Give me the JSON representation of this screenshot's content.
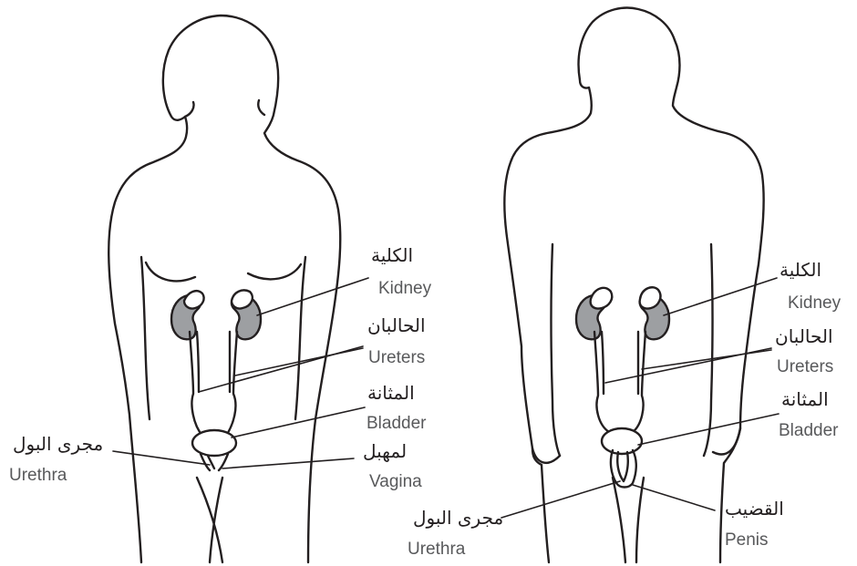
{
  "figures": {
    "female": {
      "kidney": {
        "ar": "الكلية",
        "en": "Kidney"
      },
      "ureters": {
        "ar": "الحالبان",
        "en": "Ureters"
      },
      "bladder": {
        "ar": "المثانة",
        "en": "Bladder"
      },
      "urethra": {
        "ar": "مجرى البول",
        "en": "Urethra"
      },
      "vagina": {
        "ar": "لمهبل",
        "en": "Vagina"
      }
    },
    "male": {
      "kidney": {
        "ar": "الكلية",
        "en": "Kidney"
      },
      "ureters": {
        "ar": "الحالبان",
        "en": "Ureters"
      },
      "bladder": {
        "ar": "المثانة",
        "en": "Bladder"
      },
      "urethra": {
        "ar": "مجرى البول",
        "en": "Urethra"
      },
      "penis": {
        "ar": "القضيب",
        "en": "Penis"
      }
    }
  },
  "colors": {
    "outline": "#231f20",
    "kidney_fill": "#9d9fa2",
    "label_en": "#58595b"
  }
}
